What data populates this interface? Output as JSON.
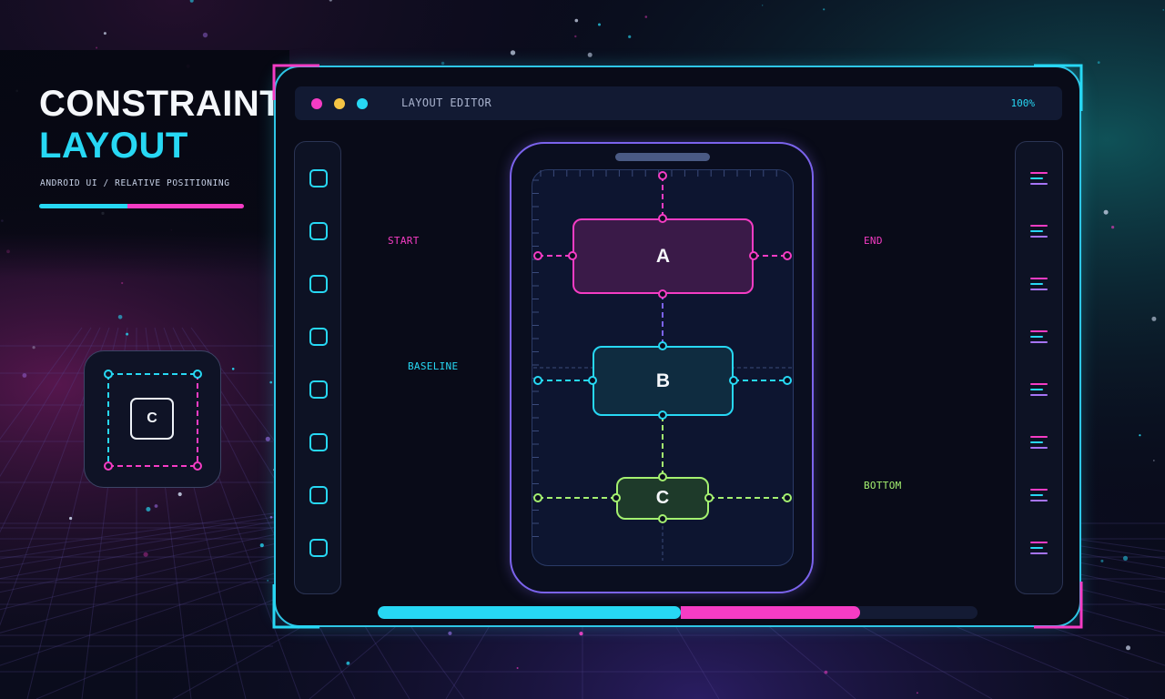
{
  "hero": {
    "title_line1": "CONSTRAINT",
    "title_line2": "LAYOUT",
    "subtitle": "ANDROID UI / RELATIVE POSITIONING",
    "accent_bar": {
      "cyan_fraction": 0.43,
      "pink_fraction": 0.57
    }
  },
  "mini_card": {
    "label": "C"
  },
  "editor": {
    "title": "LAYOUT EDITOR",
    "zoom": "100%",
    "window_dots": [
      "close-dot",
      "minimize-dot",
      "maximize-dot"
    ],
    "labels": {
      "start": "START",
      "end": "END",
      "baseline": "BASELINE",
      "bottom": "BOTTOM"
    },
    "tools": [
      "tool-1",
      "tool-2",
      "tool-3",
      "tool-4",
      "tool-5",
      "tool-6",
      "tool-7",
      "tool-8"
    ],
    "properties": [
      "property-1",
      "property-2",
      "property-3",
      "property-4",
      "property-5",
      "property-6",
      "property-7",
      "property-8"
    ],
    "views": [
      {
        "id": "a",
        "label": "A"
      },
      {
        "id": "b",
        "label": "B"
      },
      {
        "id": "c",
        "label": "C"
      }
    ],
    "progress": {
      "cyan_fraction": 0.505,
      "pink_fraction": 0.3
    }
  },
  "colors": {
    "cyan": "#27d8f4",
    "pink": "#f53cc4",
    "green": "#a4f070",
    "purple": "#7b63ec",
    "yellow": "#f6c444",
    "background": "#0a0c1c"
  }
}
